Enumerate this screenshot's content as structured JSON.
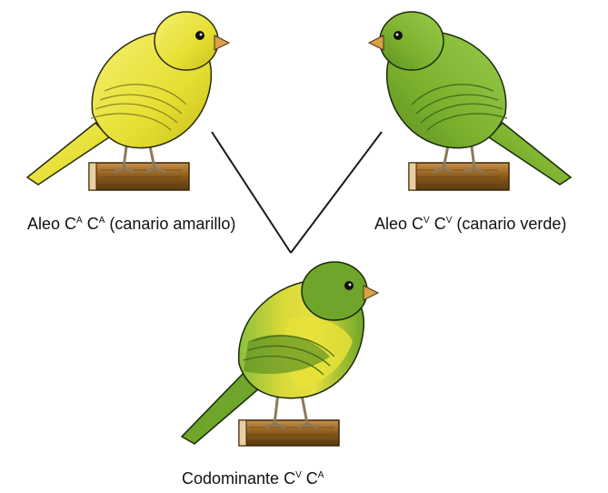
{
  "colors": {
    "yellow": "#e8e23a",
    "yellow_light": "#f2ee66",
    "yellow_dark": "#c9c21c",
    "green": "#7db12f",
    "green_light": "#93c646",
    "green_dark": "#5f9324",
    "perch_wood": "#8a5a1c",
    "line": "#1a1a1a"
  },
  "birds": [
    {
      "id": "yellow-canary",
      "label_base": "Aleo C",
      "allele1": "A",
      "allele2": "A",
      "label_suffix": " (canario amarillo)"
    },
    {
      "id": "green-canary",
      "label_base": "Aleo C",
      "allele1": "V",
      "allele2": "V",
      "label_suffix": " (canario verde)"
    },
    {
      "id": "codominant-canary",
      "label_base": "Codominante C",
      "allele1": "V",
      "allele2": "A",
      "label_suffix": ""
    }
  ]
}
